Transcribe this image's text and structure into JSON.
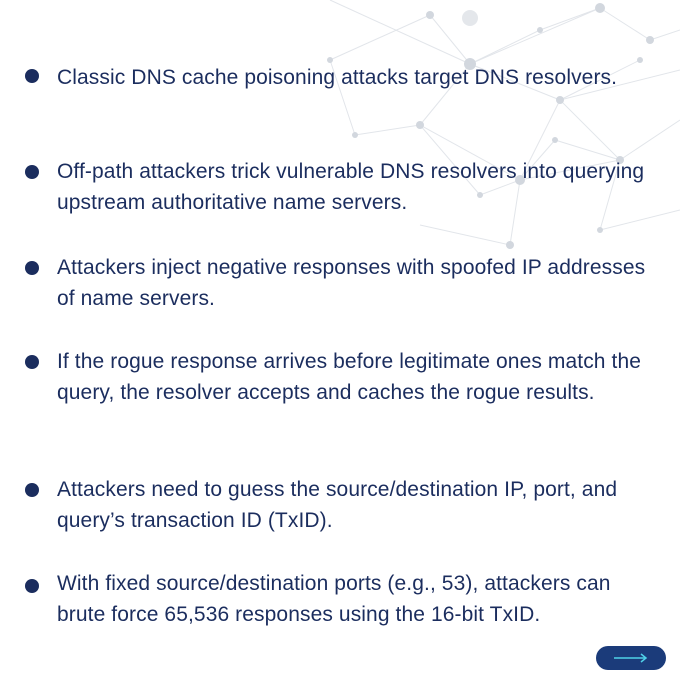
{
  "bullets": [
    {
      "text": "Classic DNS cache poisoning attacks target DNS resolvers."
    },
    {
      "text": "Off-path attackers trick vulnerable DNS resolvers into querying upstream authoritative name servers."
    },
    {
      "text": "Attackers inject negative responses with spoofed IP addresses of name servers."
    },
    {
      "text": "If the rogue response arrives before legitimate ones match the query, the resolver accepts and caches the rogue results."
    },
    {
      "text": "Attackers need to guess the source/destination IP, port, and query’s transaction ID (TxID)."
    },
    {
      "text": "With fixed source/destination ports (e.g., 53), attackers can brute force 65,536 responses using the 16-bit TxID."
    }
  ],
  "navigation": {
    "next_icon": "right-arrow-icon"
  },
  "colors": {
    "text": "#1b2d5e",
    "bullet": "#1b2d5e",
    "button": "#1b3b7a",
    "network": "#d9dde3"
  }
}
